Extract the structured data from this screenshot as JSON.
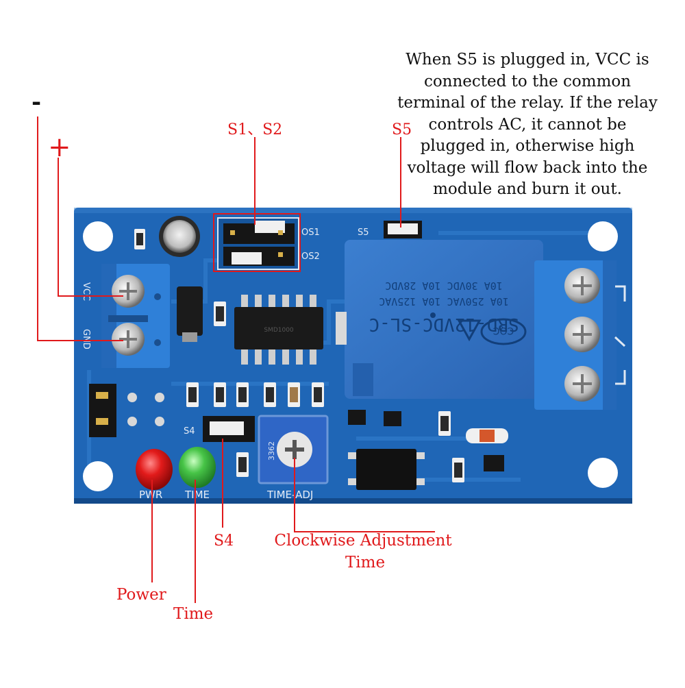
{
  "note": {
    "lines": [
      "When S5 is plugged in, VCC is",
      "connected to the common",
      "terminal of the relay. If the relay",
      "controls AC, it cannot be",
      "plugged in, otherwise high",
      "voltage will flow back into the",
      "module and burn it out."
    ]
  },
  "annotations": {
    "minus": "-",
    "plus": "+",
    "s1_s2": "S1、S2",
    "s5": "S5",
    "s4": "S4",
    "adjust_line1": "Clockwise Adjustment",
    "adjust_line2": "Time",
    "power": "Power",
    "time": "Time"
  },
  "silkscreen": {
    "vcc": "VCC",
    "gnd": "GND",
    "os1": "OS1",
    "os2": "OS2",
    "s5": "S5",
    "s4": "S4",
    "pwr": "PWR",
    "time": "TIME",
    "time_adj": "TIME-ADJ",
    "pot_code": "3362",
    "relay_lines": [
      "SRD-12VDC-SL-C",
      "10A 250VAC 10A 125VAC",
      "10A 30VDC 10A 28VDC"
    ],
    "relay_cert": "CQC",
    "chip_marks": [
      "SMD1000"
    ]
  },
  "colors": {
    "pcb": "#1e64b4",
    "relay": "#2e6fc4",
    "terminal": "#2f7fd6",
    "annotation": "#e0191b",
    "led_power": "#e21b1b",
    "led_time": "#47c447"
  }
}
